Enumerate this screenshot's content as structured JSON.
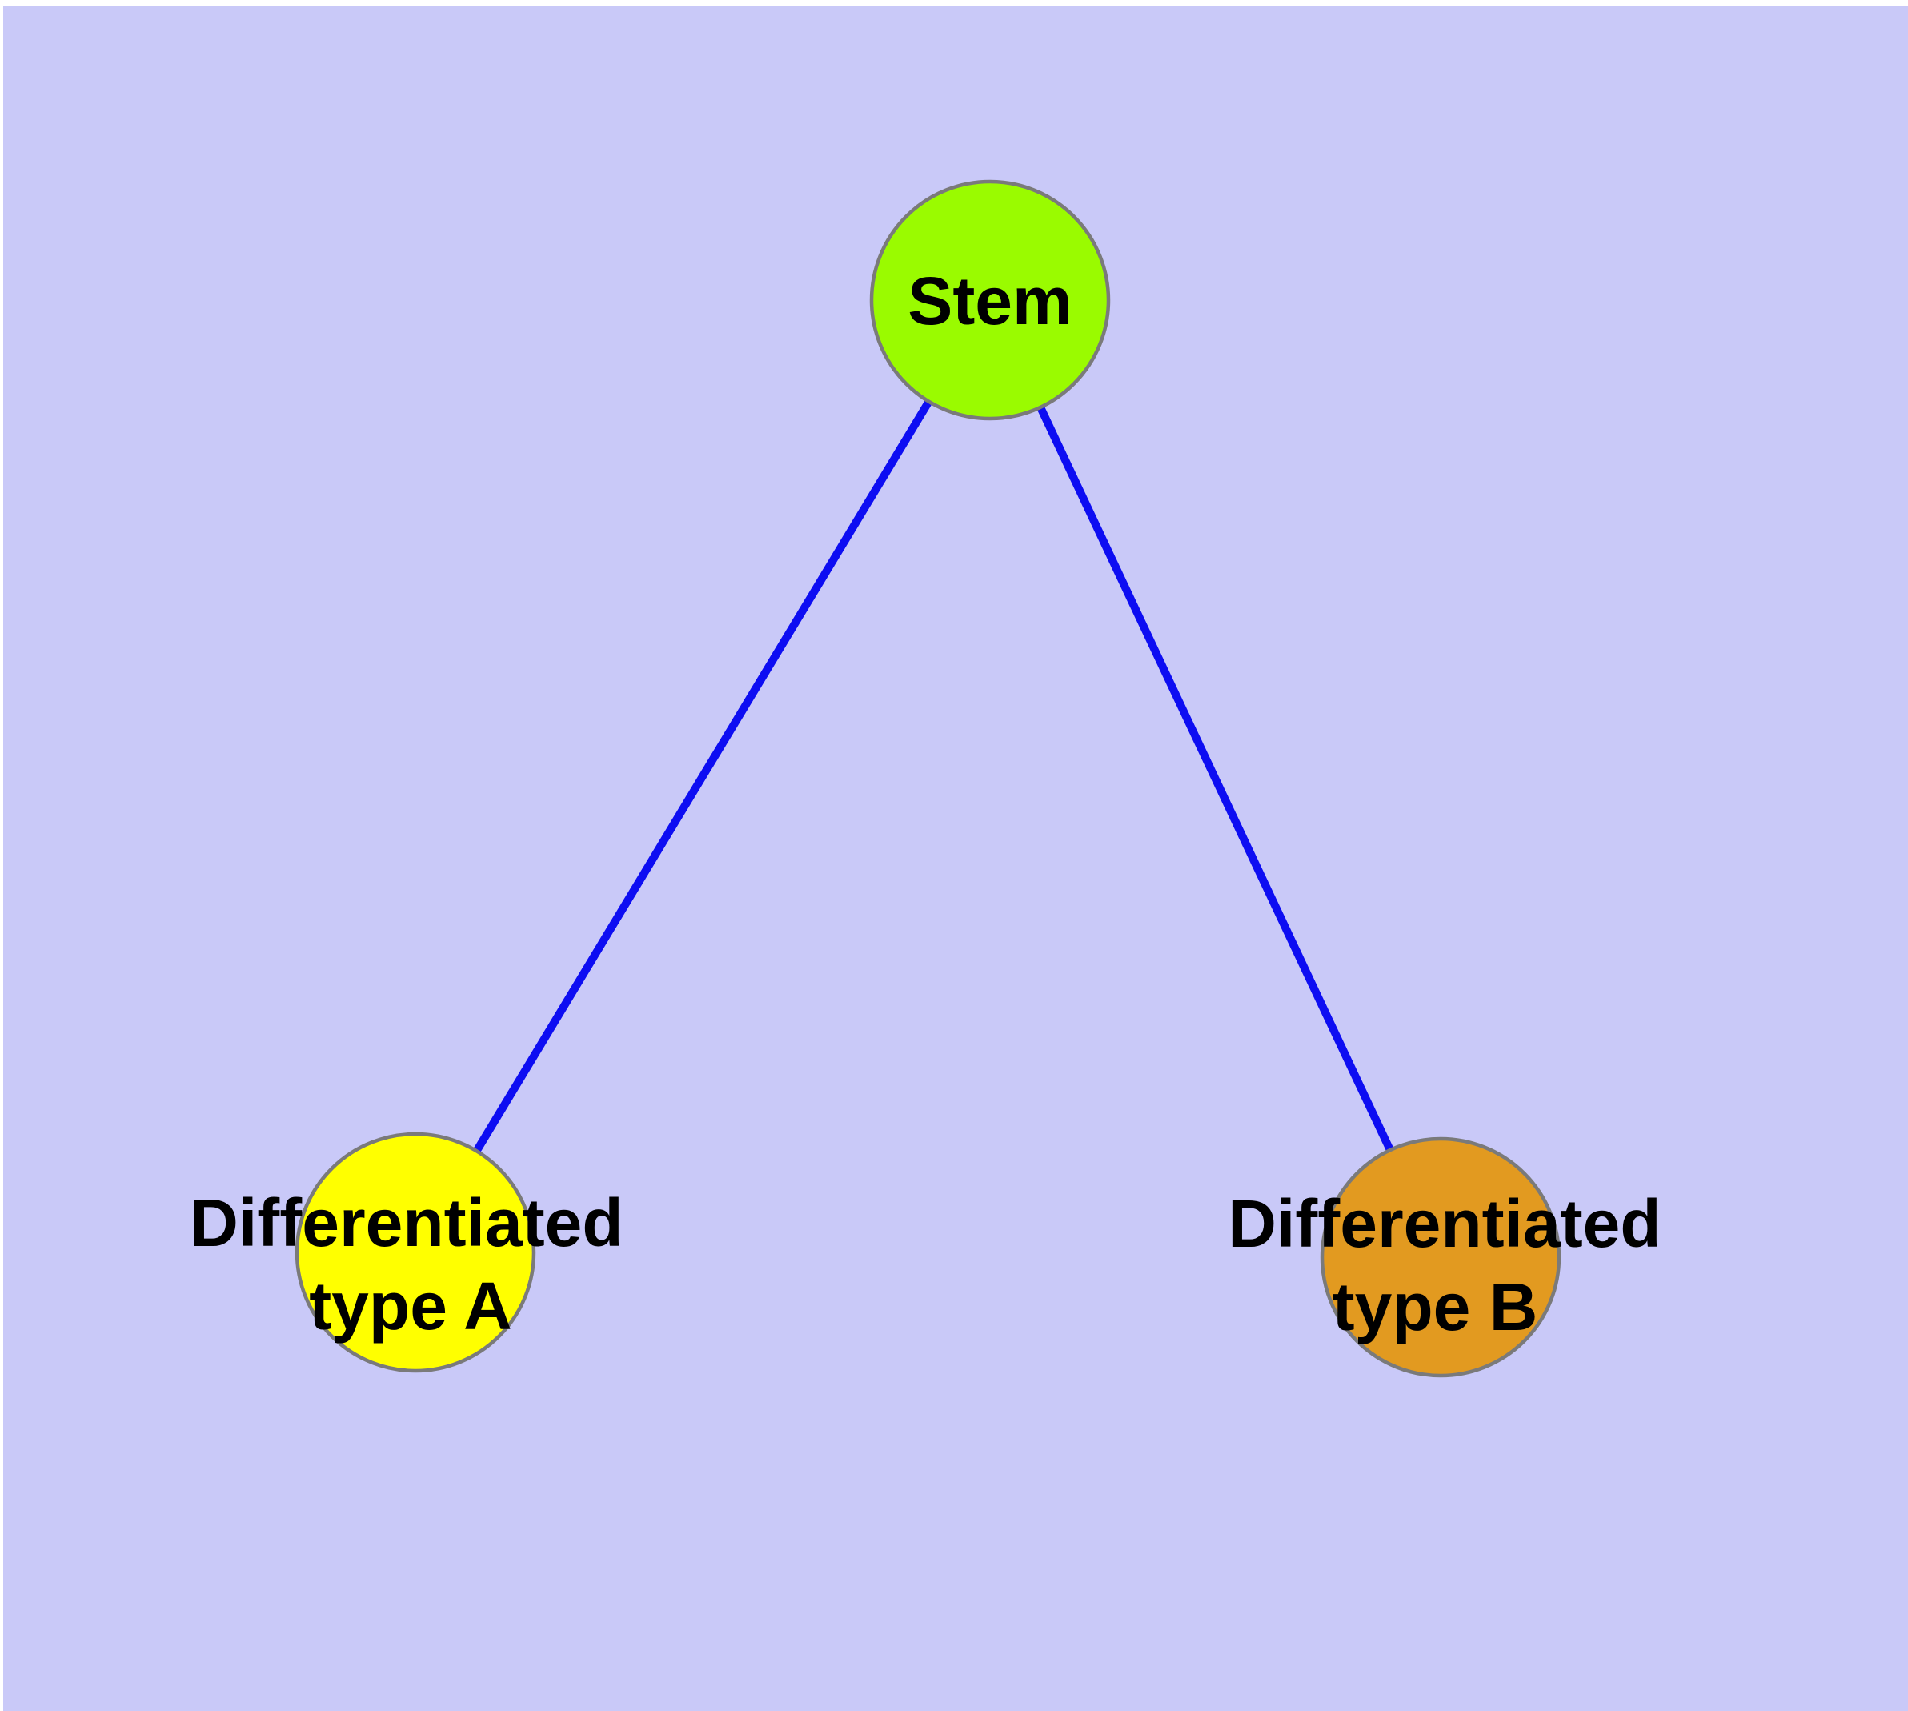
{
  "diagram": {
    "type": "node-link-graph",
    "background_color": "#C9C9F8",
    "frame_color": "#FFFFFF",
    "edge_color": "#0D0DF2",
    "node_border_color": "#7A7A7A",
    "label_color": "#000000",
    "nodes": [
      {
        "id": "stem",
        "label": "Stem",
        "color": "#9AFB00"
      },
      {
        "id": "differentiated-type-a",
        "label_line1": "Differentiated",
        "label_line2": "type A",
        "color": "#FFFF00"
      },
      {
        "id": "differentiated-type-b",
        "label_line1": "Differentiated",
        "label_line2": "type B",
        "color": "#E29A20"
      }
    ],
    "edges": [
      {
        "from": "Stem",
        "to": "Differentiated type A"
      },
      {
        "from": "Stem",
        "to": "Differentiated type B"
      }
    ]
  }
}
